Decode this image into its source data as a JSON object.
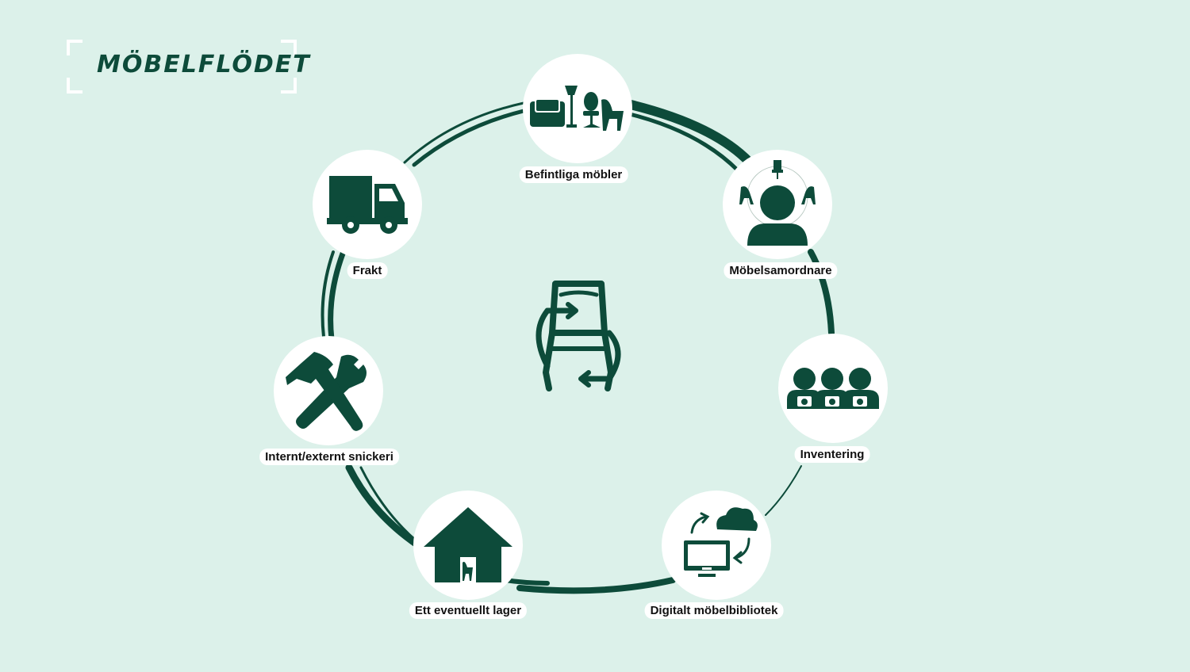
{
  "logo": {
    "text": "MÖBELFLÖDET"
  },
  "colors": {
    "background": "#dcf1ea",
    "accent": "#0d4b3a",
    "node": "#ffffff"
  },
  "center": {
    "icon": "chair-reuse-cycle-icon"
  },
  "nodes": [
    {
      "label": "Befintliga möbler",
      "icon": "furniture-icon"
    },
    {
      "label": "Möbelsamordnare",
      "icon": "coordinator-icon"
    },
    {
      "label": "Inventering",
      "icon": "inventory-team-icon"
    },
    {
      "label": "Digitalt möbelbibliotek",
      "icon": "cloud-library-icon"
    },
    {
      "label": "Ett eventuellt lager",
      "icon": "warehouse-icon"
    },
    {
      "label": "Internt/externt snickeri",
      "icon": "tools-icon"
    },
    {
      "label": "Frakt",
      "icon": "truck-icon"
    }
  ]
}
